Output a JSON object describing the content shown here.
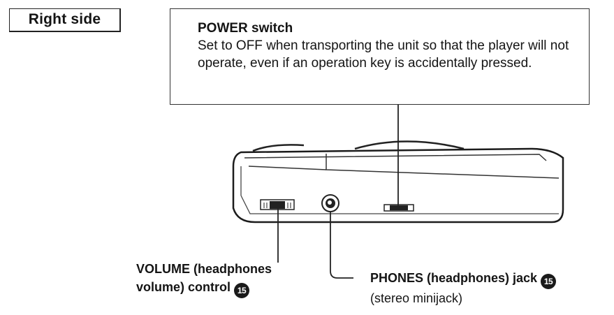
{
  "section_label": "Right side",
  "power_switch": {
    "title": "POWER switch",
    "description": "Set to OFF when transporting the unit so that the player will not operate, even if an operation key is accidentally pressed."
  },
  "volume_control": {
    "line1": "VOLUME (headphones",
    "line2": "volume) control",
    "ref_number": "15"
  },
  "phones_jack": {
    "line1": "PHONES (headphones) jack",
    "ref_number": "15",
    "line2": "(stereo minijack)"
  }
}
